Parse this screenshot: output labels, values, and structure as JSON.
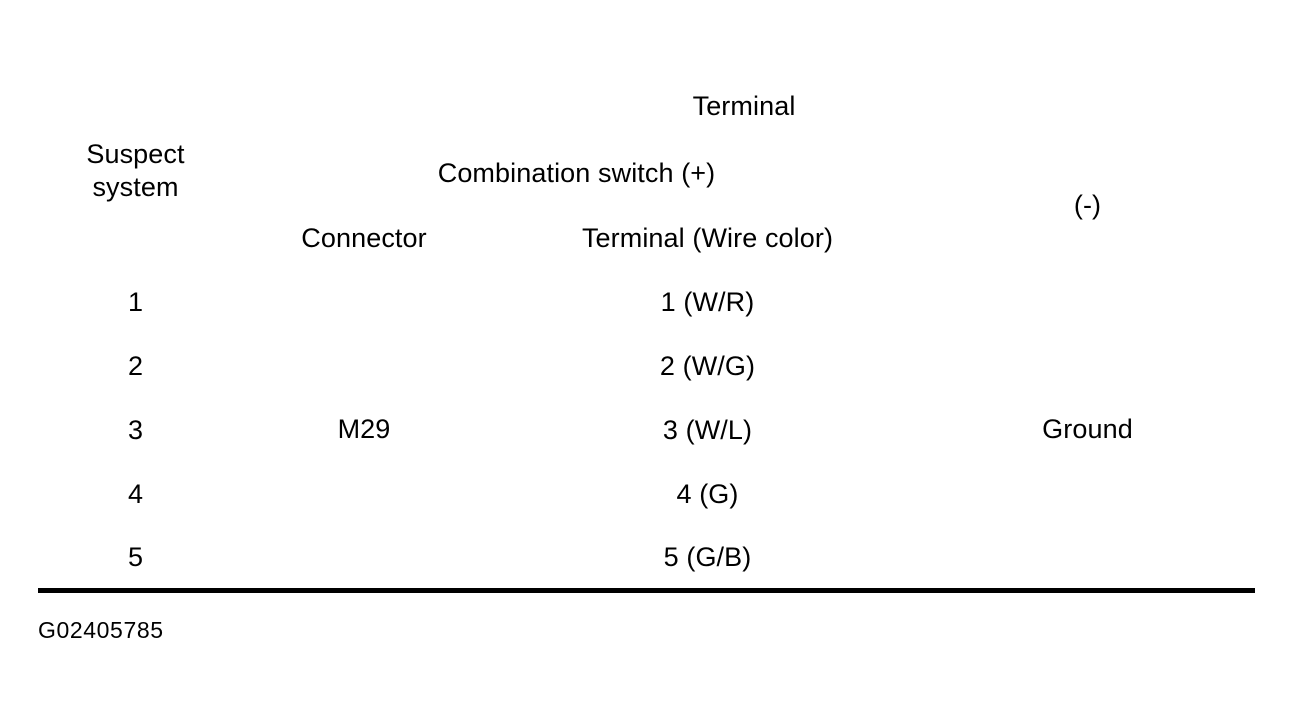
{
  "figure": {
    "caption": "G02405785",
    "ink_color": "#000000",
    "background_color": "#ffffff"
  },
  "table": {
    "headers": {
      "suspect_system": "Suspect\nsystem",
      "suspect_system_line1": "Suspect",
      "suspect_system_line2": "system",
      "terminal_group": "Terminal",
      "positive_group": "Combination switch (+)",
      "connector": "Connector",
      "terminal_wire_color": "Terminal (Wire color)",
      "negative_group": "(-)"
    },
    "connector_value": "M29",
    "negative_value": "Ground",
    "rows": [
      {
        "suspect_system": "1",
        "terminal_wire_color": "1 (W/R)"
      },
      {
        "suspect_system": "2",
        "terminal_wire_color": "2 (W/G)"
      },
      {
        "suspect_system": "3",
        "terminal_wire_color": "3 (W/L)"
      },
      {
        "suspect_system": "4",
        "terminal_wire_color": "4 (G)"
      },
      {
        "suspect_system": "5",
        "terminal_wire_color": "5 (G/B)"
      }
    ]
  }
}
